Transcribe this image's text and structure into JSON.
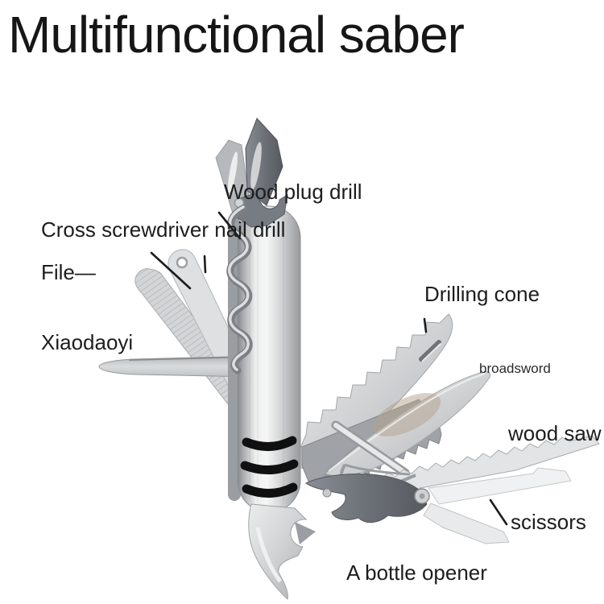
{
  "title": "Multifunctional saber",
  "labels": {
    "wood_plug_drill": "Wood plug drill",
    "cross_screwdriver_nail_drill": "Cross screwdriver nail drill",
    "file": "File—",
    "xiaodaoyi": "Xiaodaoyi",
    "drilling_cone": "Drilling cone",
    "broadsword": "broadsword",
    "wood_saw": "wood saw",
    "scissors": "scissors",
    "bottle_opener": "A bottle opener"
  },
  "colors": {
    "background": "#ffffff",
    "text": "#1d1d1d",
    "metal_light": "#ececed",
    "metal_mid": "#c7c9cb",
    "metal_dark": "#8e9194",
    "dark_tool": "#6c7077",
    "grip_black": "#101010"
  }
}
